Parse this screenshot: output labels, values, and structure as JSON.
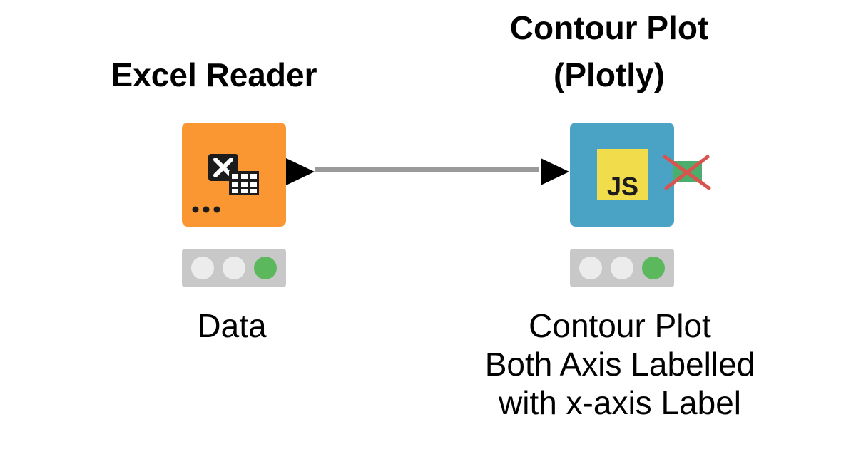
{
  "workflow": {
    "nodes": [
      {
        "title": "Excel Reader",
        "label_lines": [
          "Data"
        ],
        "color": "#fb9732",
        "icon": "excel-table-icon",
        "status": [
          "inactive",
          "inactive",
          "executed"
        ]
      },
      {
        "title_lines": [
          "Contour Plot",
          "(Plotly)"
        ],
        "label_lines": [
          "Contour Plot",
          "Both Axis Labelled",
          "with x-axis Label"
        ],
        "color": "#4aa3c4",
        "icon": "javascript-icon",
        "icon_text": "JS",
        "status": [
          "inactive",
          "inactive",
          "executed"
        ]
      }
    ],
    "colors": {
      "light_inactive": "#ececec",
      "light_executed": "#5cb85c",
      "traffic_bg": "#c8c8c8",
      "connection": "#9a9a9a",
      "port_deactivated": "#d9534f",
      "port_green": "#4cae6c"
    }
  }
}
